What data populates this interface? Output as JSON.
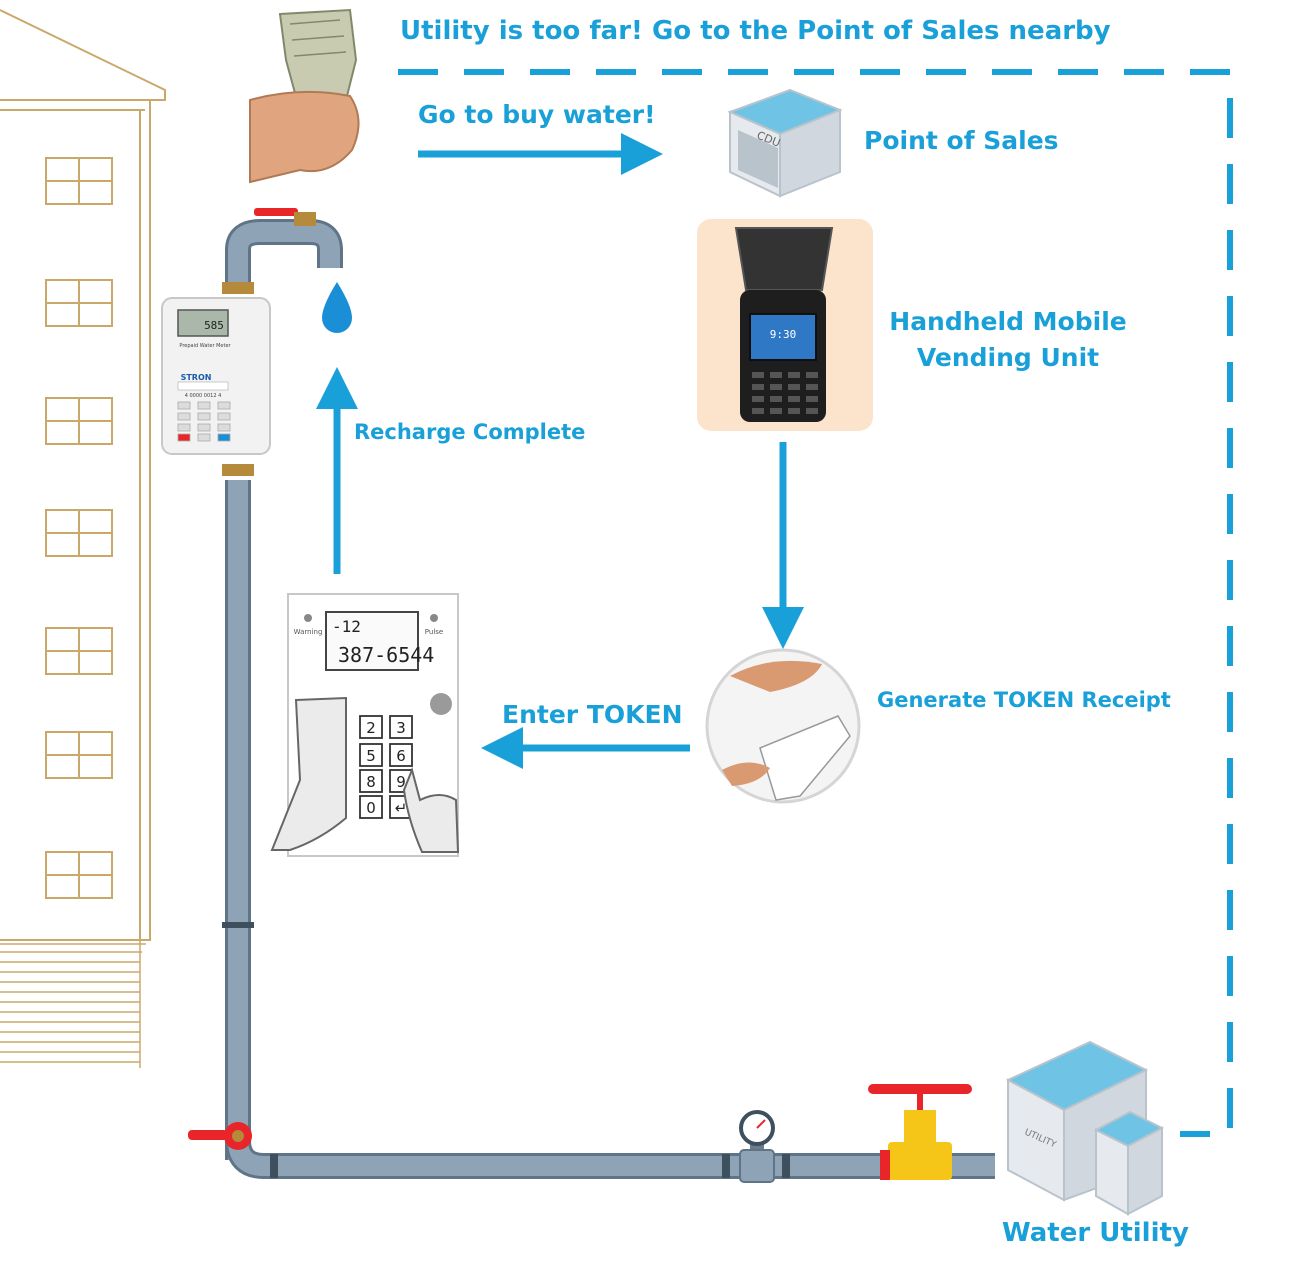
{
  "headline": "Utility is too far! Go to the Point of Sales nearby",
  "steps": {
    "buy_water": "Go to buy water!",
    "point_of_sales": "Point of Sales",
    "vending_unit_line1": "Handheld Mobile",
    "vending_unit_line2": "Vending Unit",
    "token_receipt": "Generate TOKEN Receipt",
    "enter_token": "Enter TOKEN",
    "recharge_complete": "Recharge Complete",
    "water_utility": "Water Utility"
  },
  "device_text": {
    "pos_sign": "CDU",
    "utility_sign": "UTILITY",
    "meter_display": "585",
    "meter_brand": "STRON",
    "meter_caption": "Prepaid Water Meter",
    "meter_serial": "4 0000 0012 4",
    "vending_screen": "9:30",
    "keypad_line1": "-12",
    "keypad_line2": "387-6544",
    "keypad_left_label": "Warning",
    "keypad_right_label": "Pulse",
    "keypad_keys": [
      "2",
      "3",
      "5",
      "6",
      "8",
      "9",
      "0",
      "↵"
    ]
  },
  "colors": {
    "accent": "#1aa0d8",
    "pipe": "#8ea3b5",
    "building_line": "#c9a86a",
    "valve_red": "#e8262a",
    "valve_yellow": "#f5c518"
  }
}
